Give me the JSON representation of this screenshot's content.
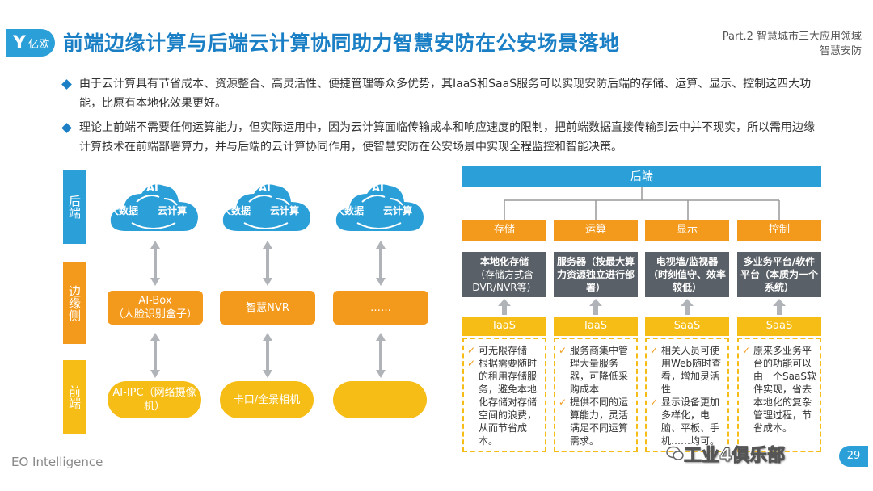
{
  "header": {
    "logo_mark": "Y",
    "logo_text": "亿欧",
    "title": "前端边缘计算与后端云计算协同助力智慧安防在公安场景落地",
    "part_line1": "Part.2 智慧城市三大应用领域",
    "part_line2": "智慧安防"
  },
  "bullets": [
    "由于云计算具有节省成本、资源整合、高灵活性、便捷管理等众多优势，其IaaS和SaaS服务可以实现安防后端的存储、运算、显示、控制这四大功能，比原有本地化效果更好。",
    "理论上前端不需要任何运算能力，但实际运用中，因为云计算面临传输成本和响应速度的限制，把前端数据直接传输到云中并不现实，所以需用边缘计算技术在前端部署算力，并与后端的云计算协同作用，使智慧安防在公安场景中实现全程监控和智能决策。"
  ],
  "tiers": {
    "back": "后端",
    "edge": "边缘侧",
    "front": "前端"
  },
  "cloud": {
    "ai": "AI",
    "big_data": "大数据",
    "cloud_calc": "云计算"
  },
  "edge_boxes": [
    "AI-Box\n（人脸识别盒子）",
    "智慧NVR",
    "……"
  ],
  "front_boxes": [
    "AI-IPC（网络摄像机）",
    "卡口/全景相机",
    ""
  ],
  "backend": {
    "title": "后端",
    "columns": [
      {
        "head": "存储",
        "gray_main": "本地化存储",
        "gray_sub": "（存储方式含DVR/NVR等）",
        "type": "IaaS",
        "items": [
          "可无限存储",
          "根据需要随时的租用存储服务，避免本地化存储对存储空间的浪费，从而节省成本。"
        ]
      },
      {
        "head": "运算",
        "gray_main": "服务器（按最大算力资源独立进行部署）",
        "gray_sub": "",
        "type": "IaaS",
        "items": [
          "服务商集中管理大量服务器，可降低采购成本",
          "提供不同的运算能力，灵活满足不同运算需求。"
        ]
      },
      {
        "head": "显示",
        "gray_main": "电视墙/监视器（时刻值守、效率较低）",
        "gray_sub": "",
        "type": "SaaS",
        "items": [
          "相关人员可使用Web随时查看，增加灵活性",
          "显示设备更加多样化，电脑、平板、手机……均可。"
        ]
      },
      {
        "head": "控制",
        "gray_main": "多业务平台/软件平台（本质为一个系统）",
        "gray_sub": "",
        "type": "SaaS",
        "items": [
          "原来多业务平台的功能可以由一个SaaS软件实现，省去本地化的复杂管理过程，节省成本。"
        ]
      }
    ]
  },
  "footer": {
    "left": "EO Intelligence",
    "watermark": "工业4俱乐部",
    "page": "29"
  },
  "colors": {
    "blue": "#2a9fd8",
    "title_blue": "#1a7fc4",
    "orange": "#f39a1c",
    "yellow": "#f6bd16",
    "gray": "#5a6067"
  }
}
